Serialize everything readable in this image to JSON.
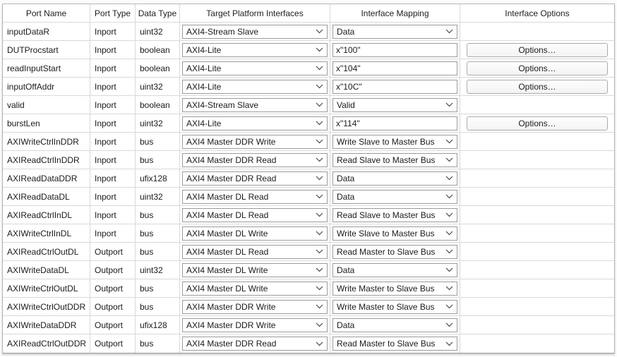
{
  "table": {
    "headers": [
      "Port Name",
      "Port Type",
      "Data Type",
      "Target Platform Interfaces",
      "Interface Mapping",
      "Interface Options"
    ],
    "options_label": "Options…",
    "rows": [
      {
        "port_name": "inputDataR",
        "port_type": "Inport",
        "data_type": "uint32",
        "interface": "AXI4-Stream Slave",
        "mapping": "Data",
        "mapping_kind": "select",
        "has_options": false
      },
      {
        "port_name": "DUTProcstart",
        "port_type": "Inport",
        "data_type": "boolean",
        "interface": "AXI4-Lite",
        "mapping": "x\"100\"",
        "mapping_kind": "text",
        "has_options": true
      },
      {
        "port_name": "readInputStart",
        "port_type": "Inport",
        "data_type": "boolean",
        "interface": "AXI4-Lite",
        "mapping": "x\"104\"",
        "mapping_kind": "text",
        "has_options": true
      },
      {
        "port_name": "inputOffAddr",
        "port_type": "Inport",
        "data_type": "uint32",
        "interface": "AXI4-Lite",
        "mapping": "x\"10C\"",
        "mapping_kind": "text",
        "has_options": true
      },
      {
        "port_name": "valid",
        "port_type": "Inport",
        "data_type": "boolean",
        "interface": "AXI4-Stream Slave",
        "mapping": "Valid",
        "mapping_kind": "select",
        "has_options": false
      },
      {
        "port_name": "burstLen",
        "port_type": "Inport",
        "data_type": "uint32",
        "interface": "AXI4-Lite",
        "mapping": "x\"114\"",
        "mapping_kind": "text",
        "has_options": true
      },
      {
        "port_name": "AXIWriteCtrlInDDR",
        "port_type": "Inport",
        "data_type": "bus",
        "interface": "AXI4 Master DDR Write",
        "mapping": "Write Slave to Master Bus",
        "mapping_kind": "select",
        "has_options": false
      },
      {
        "port_name": "AXIReadCtrlInDDR",
        "port_type": "Inport",
        "data_type": "bus",
        "interface": "AXI4 Master DDR Read",
        "mapping": "Read Slave to Master Bus",
        "mapping_kind": "select",
        "has_options": false
      },
      {
        "port_name": "AXIReadDataDDR",
        "port_type": "Inport",
        "data_type": "ufix128",
        "interface": "AXI4 Master DDR Read",
        "mapping": "Data",
        "mapping_kind": "select",
        "has_options": false
      },
      {
        "port_name": "AXIReadDataDL",
        "port_type": "Inport",
        "data_type": "uint32",
        "interface": "AXI4 Master DL Read",
        "mapping": "Data",
        "mapping_kind": "select",
        "has_options": false
      },
      {
        "port_name": "AXIReadCtrlInDL",
        "port_type": "Inport",
        "data_type": "bus",
        "interface": "AXI4 Master DL Read",
        "mapping": "Read Slave to Master Bus",
        "mapping_kind": "select",
        "has_options": false
      },
      {
        "port_name": "AXIWriteCtrlInDL",
        "port_type": "Inport",
        "data_type": "bus",
        "interface": "AXI4 Master DL Write",
        "mapping": "Write Slave to Master Bus",
        "mapping_kind": "select",
        "has_options": false
      },
      {
        "port_name": "AXIReadCtrlOutDL",
        "port_type": "Outport",
        "data_type": "bus",
        "interface": "AXI4 Master DL Read",
        "mapping": "Read Master to Slave Bus",
        "mapping_kind": "select",
        "has_options": false
      },
      {
        "port_name": "AXIWriteDataDL",
        "port_type": "Outport",
        "data_type": "uint32",
        "interface": "AXI4 Master DL Write",
        "mapping": "Data",
        "mapping_kind": "select",
        "has_options": false
      },
      {
        "port_name": "AXIWriteCtrlOutDL",
        "port_type": "Outport",
        "data_type": "bus",
        "interface": "AXI4 Master DL Write",
        "mapping": "Write Master to Slave Bus",
        "mapping_kind": "select",
        "has_options": false
      },
      {
        "port_name": "AXIWriteCtrlOutDDR",
        "port_type": "Outport",
        "data_type": "bus",
        "interface": "AXI4 Master DDR Write",
        "mapping": "Write Master to Slave Bus",
        "mapping_kind": "select",
        "has_options": false
      },
      {
        "port_name": "AXIWriteDataDDR",
        "port_type": "Outport",
        "data_type": "ufix128",
        "interface": "AXI4 Master DDR Write",
        "mapping": "Data",
        "mapping_kind": "select",
        "has_options": false
      },
      {
        "port_name": "AXIReadCtrlOutDDR",
        "port_type": "Outport",
        "data_type": "bus",
        "interface": "AXI4 Master DDR Read",
        "mapping": "Read Master to Slave Bus",
        "mapping_kind": "select",
        "has_options": false
      }
    ]
  }
}
